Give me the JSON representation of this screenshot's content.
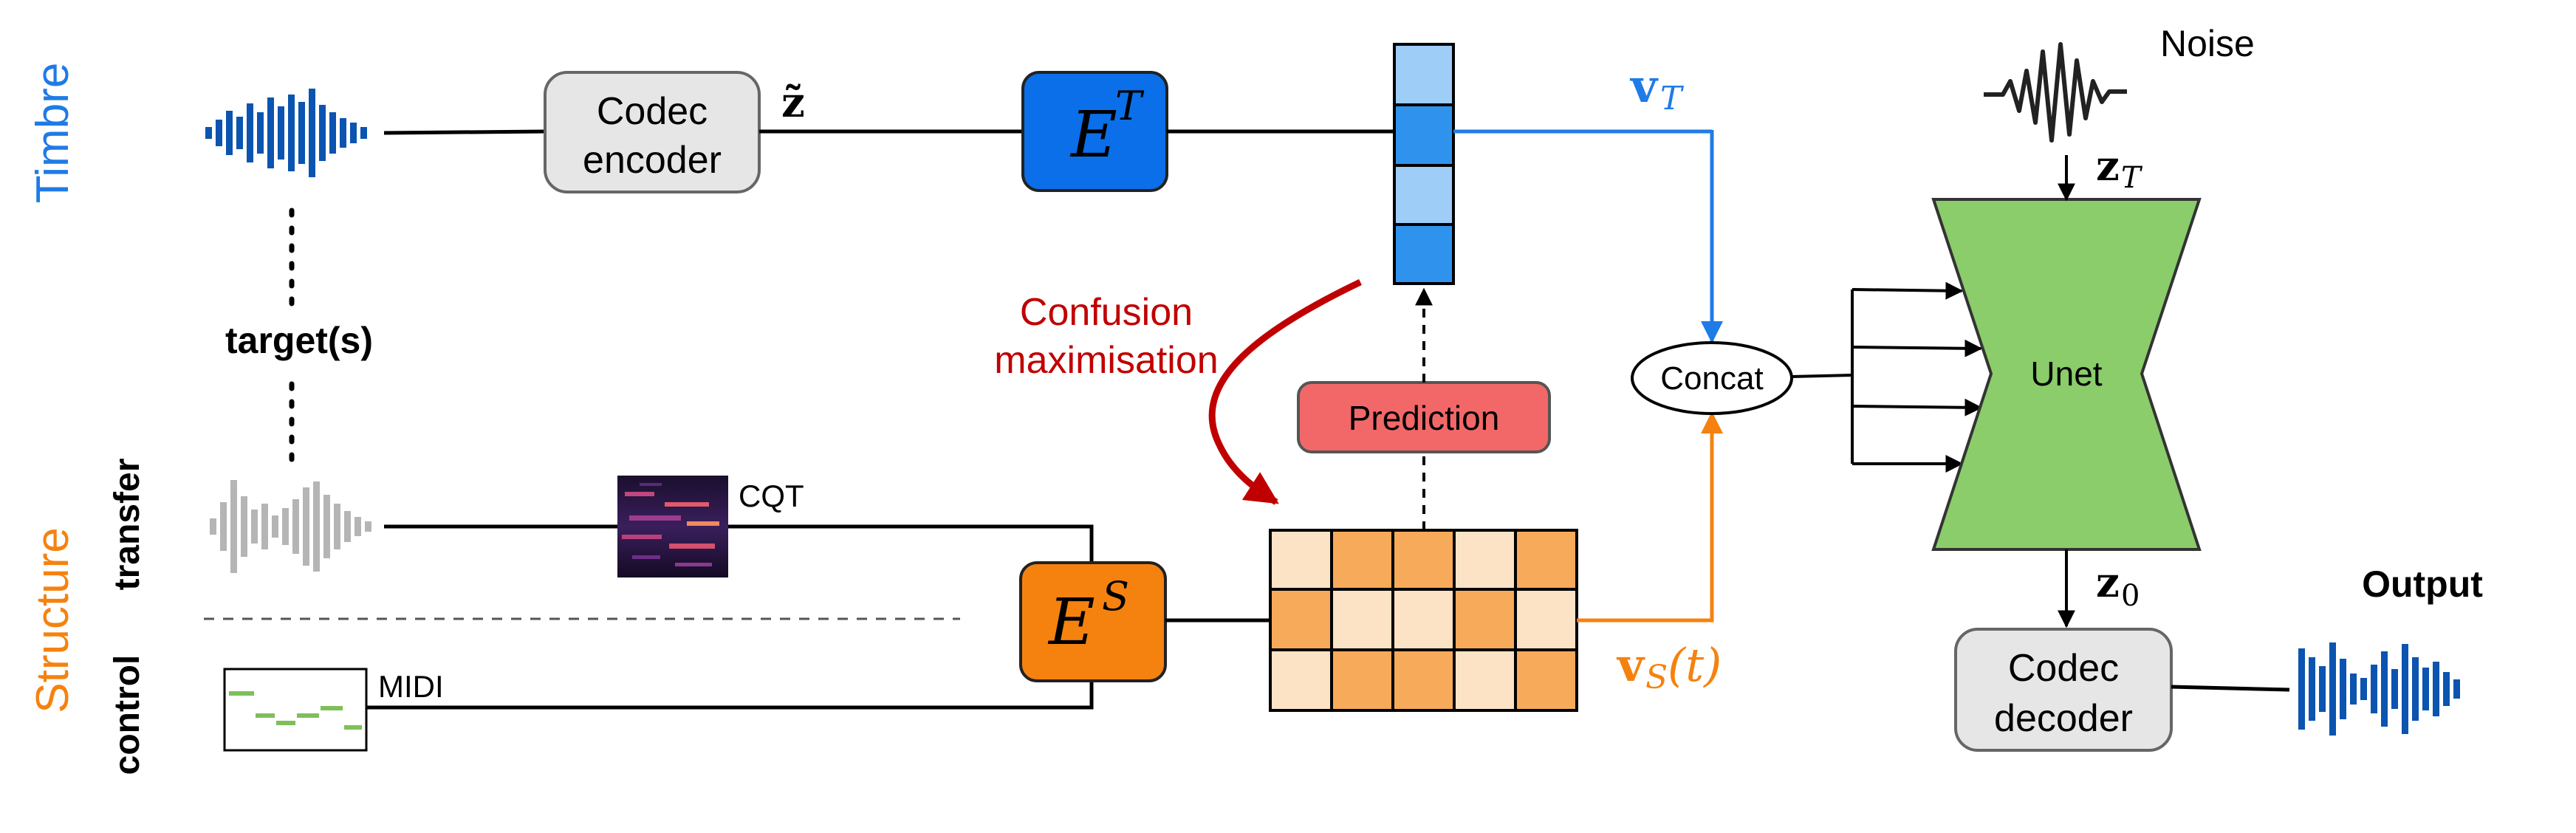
{
  "side_labels": {
    "timbre": "Timbre",
    "structure": "Structure",
    "transfer": "transfer",
    "control": "control",
    "targets": "target(s)"
  },
  "blocks": {
    "codec_encoder_line1": "Codec",
    "codec_encoder_line2": "encoder",
    "codec_decoder_line1": "Codec",
    "codec_decoder_line2": "decoder",
    "prediction": "Prediction",
    "concat": "Concat",
    "unet": "Unet",
    "cqt": "CQT",
    "midi": "MIDI",
    "noise": "Noise",
    "output": "Output",
    "confusion_line1": "Confusion",
    "confusion_line2": "maximisation"
  },
  "symbols": {
    "z_tilde": "z̃",
    "e_t_base": "E",
    "e_t_sup": "T",
    "e_s_base": "E",
    "e_s_sup": "S",
    "v_t_base": "v",
    "v_t_sub": "T",
    "v_s_base": "v",
    "v_s_sub": "S",
    "v_s_arg": "(t)",
    "z_t_base": "z",
    "z_t_sub": "T",
    "z_0_base": "z",
    "z_0_sub": "0"
  },
  "colors": {
    "timbre_blue": "#1f7be6",
    "structure_orange": "#f5820f",
    "encoder_blue": "#0a6fe8",
    "encoder_orange": "#f5820f",
    "confusion_red": "#c00000",
    "prediction_fill": "#f26868",
    "unet_green": "#8acd6a",
    "codec_gray": "#e6e6e6",
    "waveform_blue": "#0b54b0",
    "waveform_gray": "#b5b5b5",
    "vector_light": "#9ecdf8",
    "vector_dark": "#2f93ee",
    "grid_dark": "#f6aa5a",
    "grid_light": "#fde3c6"
  }
}
